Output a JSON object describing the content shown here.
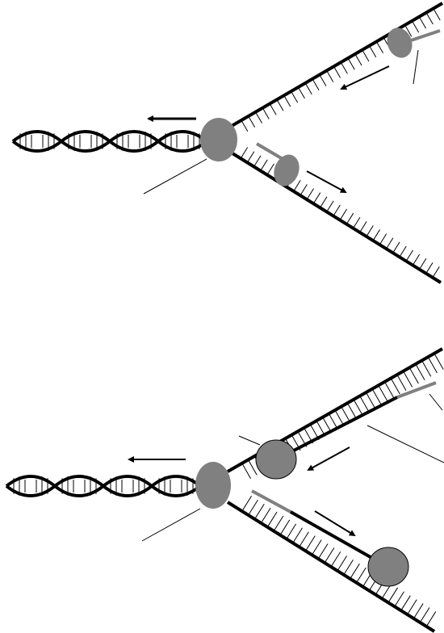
{
  "diagram": {
    "panels": [
      {
        "parent_helix": {
          "turns": 4
        },
        "fork": {
          "upper_strand": {
            "ticks": 28
          },
          "lower_strand": {
            "ticks": 30
          }
        },
        "proteins": [
          "helicase",
          "polymerase-upper",
          "polymerase-lower"
        ],
        "primers": 2,
        "arrows": 3,
        "pointer_lines": 2
      },
      {
        "parent_helix": {
          "turns": 4
        },
        "fork": {
          "upper_strand": {
            "ticks": 32
          },
          "lower_strand": {
            "ticks": 30
          }
        },
        "proteins": [
          "helicase",
          "polymerase-upper",
          "polymerase-lower"
        ],
        "primers": 2,
        "arrows": 3,
        "pointer_lines": 4
      }
    ],
    "colors": {
      "strand": "#000000",
      "protein": "#808080",
      "primer": "#808080",
      "background": "#ffffff"
    }
  }
}
